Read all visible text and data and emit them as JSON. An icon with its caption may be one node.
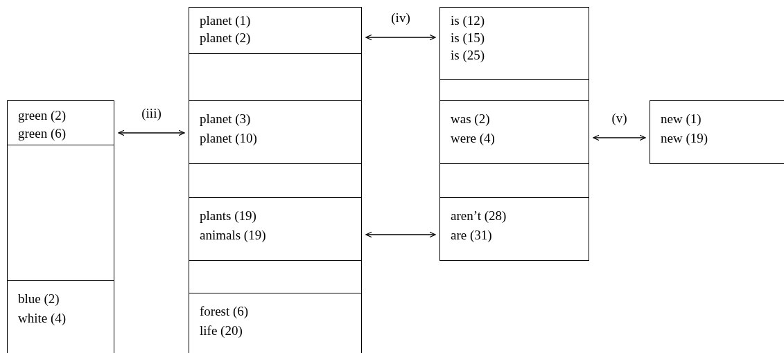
{
  "diagram": {
    "nodes": [
      {
        "text": [
          "green (2)",
          "green (6)"
        ]
      },
      {
        "text": [],
        "shape": "box"
      },
      {
        "text": [
          "blue (2)",
          "white (4)"
        ]
      },
      {
        "text": [
          "planet (1)",
          "planet (2)"
        ]
      },
      {
        "text": [],
        "shape": "box"
      },
      {
        "text": [
          "planet (3)",
          "planet (10)"
        ]
      },
      {
        "text": [],
        "shape": "box"
      },
      {
        "text": [
          "plants (19)",
          "animals (19)"
        ]
      },
      {
        "text": [],
        "shape": "box"
      },
      {
        "text": [
          "forest (6)",
          "life (20)"
        ]
      },
      {
        "text": [
          "is (12)",
          "is (15)",
          "is (25)"
        ]
      },
      {
        "text": [],
        "shape": "box"
      },
      {
        "text": [
          "was (2)",
          "were (4)"
        ]
      },
      {
        "text": [],
        "shape": "box"
      },
      {
        "text": [
          "aren’t (28)",
          "are (31)"
        ]
      },
      {
        "text": [
          "new (1)",
          "new (19)"
        ]
      }
    ],
    "edges": [
      {
        "from": 0,
        "to": 5,
        "arrow": "both",
        "label": "(iii)"
      },
      {
        "from": 3,
        "to": 10,
        "arrow": "both",
        "label": "(iv)"
      },
      {
        "from": 7,
        "to": 14,
        "arrow": "both"
      },
      {
        "from": 12,
        "to": 15,
        "arrow": "both",
        "label": "(v)"
      }
    ]
  }
}
